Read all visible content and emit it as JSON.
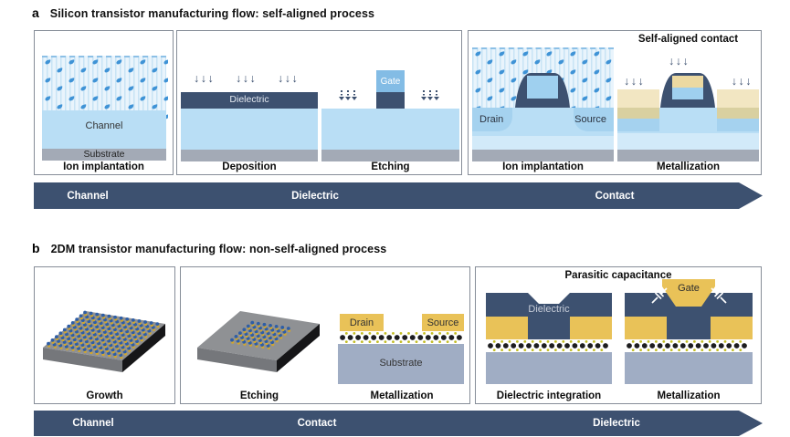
{
  "panel_a": {
    "label": "a",
    "title": "Silicon transistor manufacturing flow: self-aligned process",
    "ion_implantation_1": {
      "caption": "Ion implantation",
      "channel": "Channel",
      "substrate": "Substrate"
    },
    "deposition": {
      "caption": "Deposition",
      "dielectric": "Dielectric"
    },
    "etching": {
      "caption": "Etching",
      "gate": "Gate"
    },
    "ion_implantation_2": {
      "caption": "Ion implantation",
      "drain": "Drain",
      "source": "Source"
    },
    "metallization": {
      "caption": "Metallization",
      "annotation": "Self-aligned contact"
    },
    "stages": [
      "Channel",
      "Dielectric",
      "Contact"
    ]
  },
  "panel_b": {
    "label": "b",
    "title": "2DM transistor manufacturing flow: non-self-aligned process",
    "growth": {
      "caption": "Growth"
    },
    "etching": {
      "caption": "Etching"
    },
    "metallization_1": {
      "caption": "Metallization",
      "drain": "Drain",
      "source": "Source",
      "substrate": "Substrate"
    },
    "dielectric_integration": {
      "caption": "Dielectric integration",
      "dielectric": "Dielectric"
    },
    "metallization_2": {
      "caption": "Metallization",
      "gate": "Gate"
    },
    "annotation": "Parasitic capacitance",
    "stages": [
      "Channel",
      "Contact",
      "Dielectric"
    ]
  },
  "icons": {
    "down_arrows": "↓↓↓"
  },
  "colors": {
    "navy": "#3d5170",
    "light_blue": "#b9def5",
    "lighter_blue": "#d2eaf9",
    "medium_blue": "#a5d2ef",
    "gate_blue": "#83bce5",
    "gate_inner_blue": "#9fd0ef",
    "substrate_gray": "#a3aab6",
    "substrate_blue_gray": "#a0adc4",
    "yellow": "#e9c258",
    "tan_light": "#f2e6c2",
    "tan_dark": "#d9d0a0",
    "drop_blue": "#3f93d6",
    "atom_blue": "#2e5ea6",
    "atom_yellow": "#d2a62c",
    "chain_black": "#1d1d1f",
    "chain_yellow": "#c2bd25"
  }
}
